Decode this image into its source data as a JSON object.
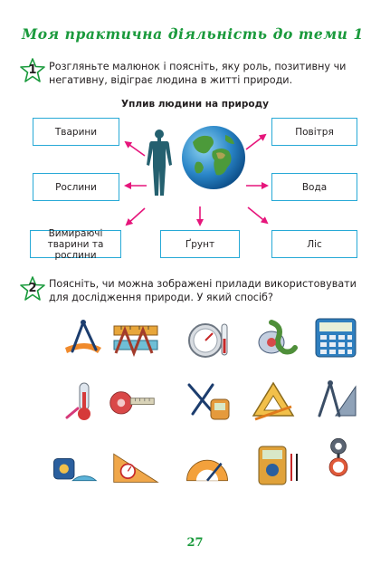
{
  "title": "Моя практична діяльність до теми 1",
  "tasks": [
    {
      "number": "1",
      "text": "Розгляньте малюнок і поясніть, яку роль, позитивну чи негативну, відіграє людина в житті природи."
    },
    {
      "number": "2",
      "text": "Поясніть, чи можна зображені прилади використовувати для дослідження природи. У який спосіб?"
    }
  ],
  "diagram": {
    "title": "Уплив людини на природу",
    "boxes": {
      "animals": "Тварини",
      "air": "Повітря",
      "plants": "Рослини",
      "water": "Вода",
      "extinct": "Вимираючі тварини та рослини",
      "soil": "Ґрунт",
      "forest": "Ліс"
    }
  },
  "colors": {
    "title": "#1a9a3c",
    "box_border": "#27a9d6",
    "arrow": "#e6157b",
    "star": "#1a9a3c"
  },
  "tool_icons": [
    "compass-drawing-icon",
    "ruler-set-icon",
    "barometer-icon",
    "lizard-toy-icon",
    "calculator-icon",
    "thermometer-icon",
    "tape-measure-icon",
    "scissors-meter-icon",
    "set-square-icon",
    "compass-square-icon",
    "tape-protractor-icon",
    "triangle-ruler-icon",
    "protractor-icon",
    "multimeter-icon",
    "scale-weight-icon"
  ],
  "page_number": "27"
}
